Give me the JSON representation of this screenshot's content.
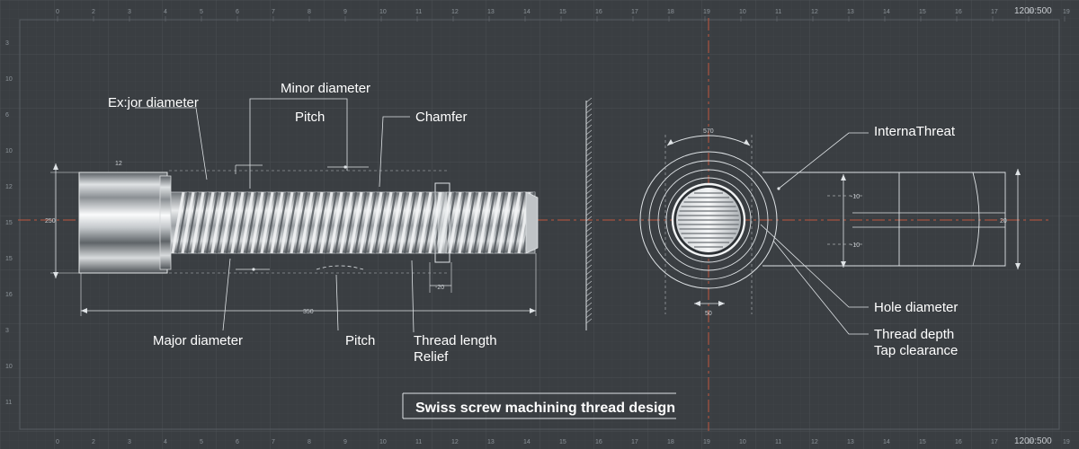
{
  "scale_label": "1200:500",
  "title": "Swiss screw machining thread design",
  "ruler": {
    "top": [
      "0",
      "2",
      "3",
      "4",
      "5",
      "6",
      "7",
      "8",
      "9",
      "10",
      "11",
      "12",
      "13",
      "14",
      "15",
      "16",
      "17",
      "18",
      "19",
      "10",
      "11",
      "12",
      "13",
      "14",
      "15",
      "16",
      "17",
      "18",
      "19"
    ],
    "bottom": [
      "0",
      "2",
      "3",
      "4",
      "5",
      "6",
      "7",
      "8",
      "9",
      "10",
      "11",
      "12",
      "13",
      "14",
      "15",
      "16",
      "17",
      "18",
      "19",
      "10",
      "11",
      "12",
      "13",
      "14",
      "15",
      "16",
      "17",
      "18",
      "19"
    ],
    "left": [
      "3",
      "10",
      "6",
      "10",
      "12",
      "15",
      "15",
      "16",
      "3",
      "10",
      "11"
    ]
  },
  "side_view": {
    "labels": {
      "exterior_diameter": "Ex:jor diameter",
      "minor_diameter": "Minor diameter",
      "pitch_top": "Pitch",
      "chamfer": "Chamfer",
      "major_diameter": "Major diameter",
      "pitch_bottom": "Pitch",
      "thread_length": "Thread length",
      "relief": "Relief"
    },
    "dimensions": {
      "overall_length": "350",
      "head_height": "250",
      "head_top_note": "12",
      "relief_width": "-20"
    }
  },
  "end_view": {
    "labels": {
      "internal_thread": "InternaThreat",
      "hole_diameter": "Hole diameter",
      "thread_depth": "Thread depth",
      "tap_clearance": "Tap clearance"
    },
    "dimensions": {
      "top_arc": "570",
      "bottom_width": "50",
      "upper_right": "-10",
      "lower_right": "-10",
      "right_height": "20"
    }
  },
  "colors": {
    "background": "#3a3e42",
    "grid": "#464b50",
    "centerline": "#c0573f",
    "line": "#dfe3e6",
    "metal_light": "#f2f4f5",
    "metal_dark": "#4a4f54"
  }
}
